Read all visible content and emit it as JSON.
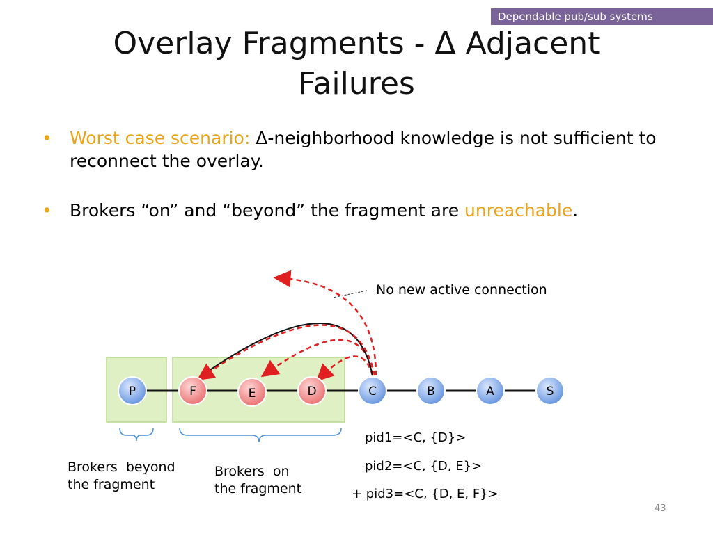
{
  "header_tag": "Dependable pub/sub systems",
  "title_line1": "Overlay Fragments - Δ Adjacent",
  "title_line2": "Failures",
  "bullets": [
    {
      "highlight": "Worst case scenario:",
      "text": " Δ-neighborhood knowledge is not sufficient to reconnect the overlay.",
      "suffix": ""
    },
    {
      "highlight": "",
      "text": "Brokers “on” and “beyond” the fragment are ",
      "highlight_end": "unreachable",
      "suffix": "."
    }
  ],
  "annotation": "No new active connection",
  "nodes": [
    "P",
    "F",
    "E",
    "D",
    "C",
    "B",
    "A",
    "S"
  ],
  "labels": {
    "beyond_line1": "Brokers  beyond",
    "beyond_line2": "the fragment",
    "on_line1": "Brokers  on",
    "on_line2": "the fragment"
  },
  "pids": [
    "pid1=<C, {D}>",
    "pid2=<C, {D, E}>",
    "+ pid3=<C, {D, E, F}>"
  ],
  "page_number": "43",
  "colors": {
    "accent": "#e8a317",
    "tag_bg": "#7a6398",
    "fragment_fill": "#dff0c4",
    "node_red": "#f08a8a",
    "node_blue": "#7aa5e6",
    "dashed_red": "#e02020"
  }
}
